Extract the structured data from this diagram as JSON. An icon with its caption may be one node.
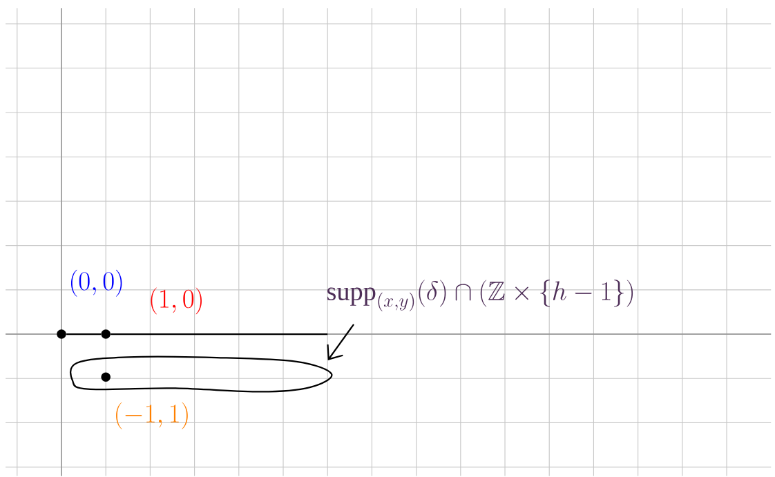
{
  "diagram": {
    "nodes": [
      {
        "text": [],
        "shape": "circle",
        "beside": [
          "(0,0)"
        ]
      },
      {
        "text": [],
        "shape": "circle",
        "beside": [
          "(1,0)"
        ]
      },
      {
        "text": [],
        "shape": "ellipse"
      },
      {
        "text": [],
        "shape": "circle",
        "beside": [
          "(-1,1)"
        ],
        "in": 2
      },
      {
        "text": [
          "\\mathrm{supp}_{(x,y)}(\\delta)\\cap(\\mathbb{Z}\\times\\{h-1\\})"
        ]
      }
    ],
    "edges": [
      {
        "from": 0,
        "to": 1,
        "arrow": "none"
      },
      {
        "from": 1,
        "to": null,
        "arrow": "none"
      },
      {
        "from": 4,
        "to": 2,
        "arrow": "to"
      }
    ]
  }
}
